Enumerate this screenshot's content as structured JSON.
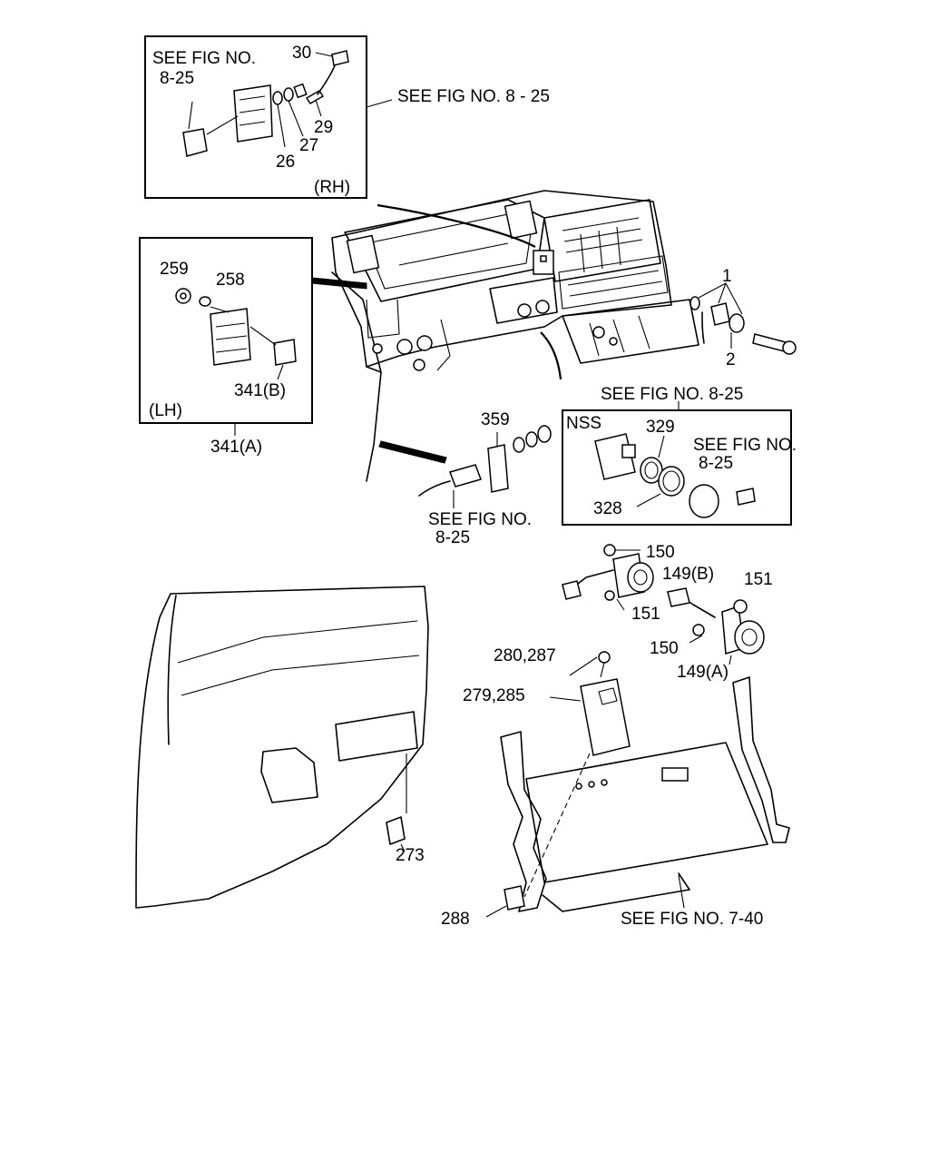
{
  "figure": {
    "callouts": {
      "rh_box_ref": "SEE FIG NO.",
      "rh_box_ref_num": "8-25",
      "rh_tag": "(RH)",
      "rh_side_ref": "SEE FIG NO. 8 - 25",
      "p30": "30",
      "p29": "29",
      "p27": "27",
      "p26": "26",
      "p259": "259",
      "p258": "258",
      "p341b": "341(B)",
      "lh_tag": "(LH)",
      "p341a": "341(A)",
      "p1": "1",
      "p2": "2",
      "nss_box_ref": "SEE FIG NO. 8-25",
      "nss": "NSS",
      "p329": "329",
      "p328": "328",
      "nss_inner_ref": "SEE FIG NO.",
      "nss_inner_ref_num": "8-25",
      "p359": "359",
      "switch_ref": "SEE FIG NO.",
      "switch_ref_num": "8-25",
      "p150_top": "150",
      "p149b": "149(B)",
      "p151_right": "151",
      "p151_left": "151",
      "p150_bottom": "150",
      "p149a": "149(A)",
      "p280_287": "280,287",
      "p279_285": "279,285",
      "p273": "273",
      "p288": "288",
      "panel_ref": "SEE FIG NO. 7-40"
    }
  }
}
